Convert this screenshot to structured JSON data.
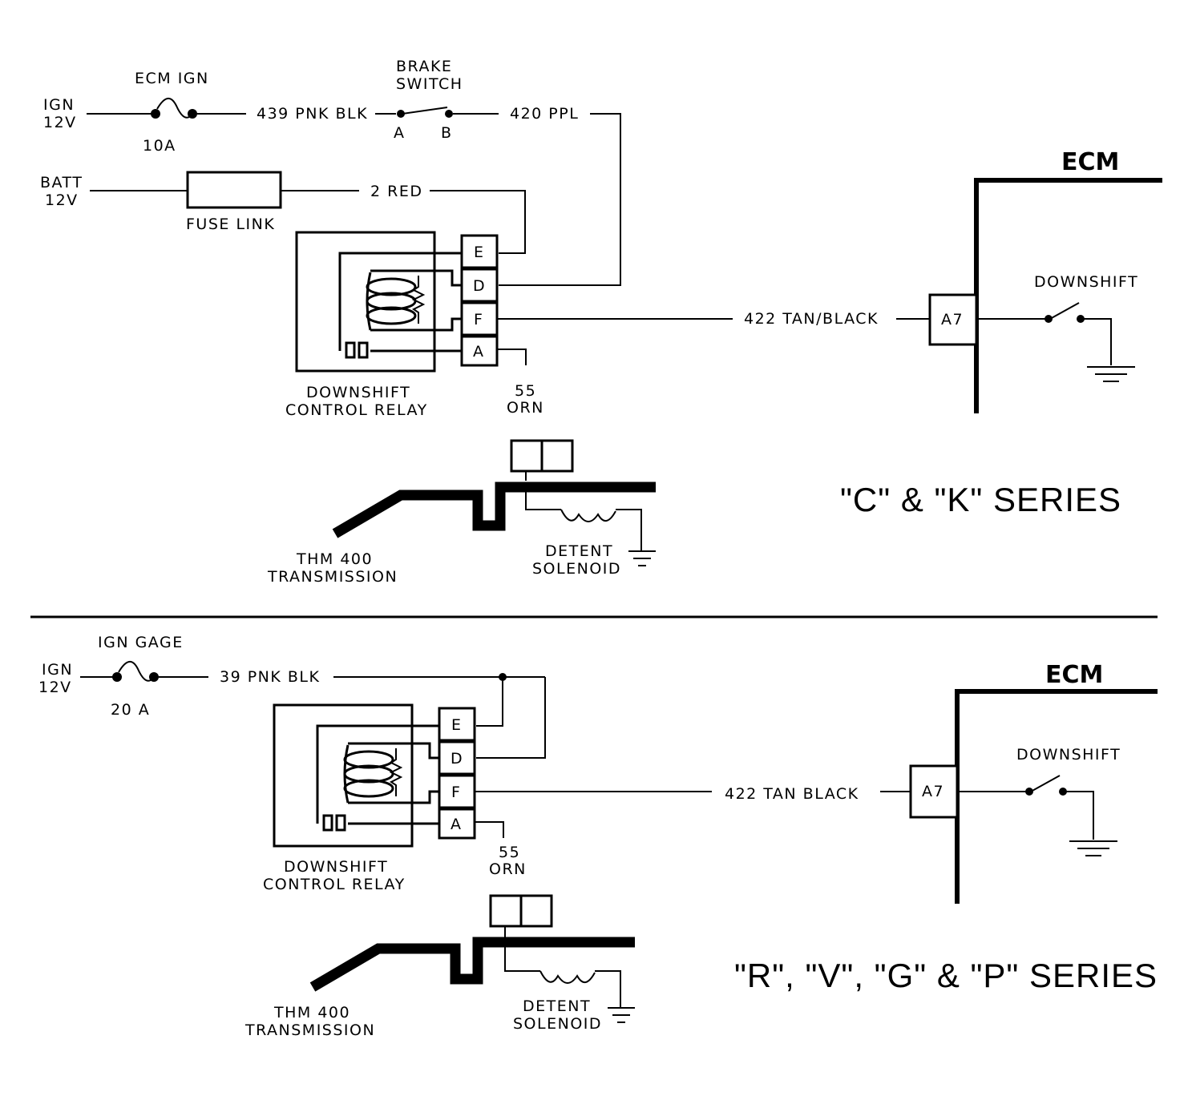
{
  "top": {
    "ign": [
      "IGN",
      "12V"
    ],
    "fuse": "ECM IGN",
    "fuse_rating": "10A",
    "wire_ign": "439 PNK BLK",
    "brake_switch": [
      "BRAKE",
      "SWITCH"
    ],
    "brake_a": "A",
    "brake_b": "B",
    "wire_brake": "420 PPL",
    "batt": [
      "BATT",
      "12V"
    ],
    "fuse_link": "FUSE LINK",
    "wire_batt": "2 RED",
    "relay_pins": [
      "E",
      "D",
      "F",
      "A"
    ],
    "relay_label": [
      "DOWNSHIFT",
      "CONTROL RELAY"
    ],
    "wire_ecm": "422 TAN/BLACK",
    "ecm_title": "ECM",
    "ecm_pin": "A7",
    "ecm_switch": "DOWNSHIFT",
    "wire_solenoid": [
      "55",
      "ORN"
    ],
    "transmission": [
      "THM 400",
      "TRANSMISSION"
    ],
    "solenoid": [
      "DETENT",
      "SOLENOID"
    ],
    "series": "\"C\" & \"K\" SERIES"
  },
  "bottom": {
    "ign": [
      "IGN",
      "12V"
    ],
    "fuse": "IGN GAGE",
    "fuse_rating": "20 A",
    "wire_ign": "39 PNK BLK",
    "relay_pins": [
      "E",
      "D",
      "F",
      "A"
    ],
    "relay_label": [
      "DOWNSHIFT",
      "CONTROL RELAY"
    ],
    "wire_ecm": "422 TAN BLACK",
    "ecm_title": "ECM",
    "ecm_pin": "A7",
    "ecm_switch": "DOWNSHIFT",
    "wire_solenoid": [
      "55",
      "ORN"
    ],
    "transmission": [
      "THM 400",
      "TRANSMISSION"
    ],
    "solenoid": [
      "DETENT",
      "SOLENOID"
    ],
    "series": "\"R\", \"V\", \"G\" & \"P\" SERIES"
  }
}
